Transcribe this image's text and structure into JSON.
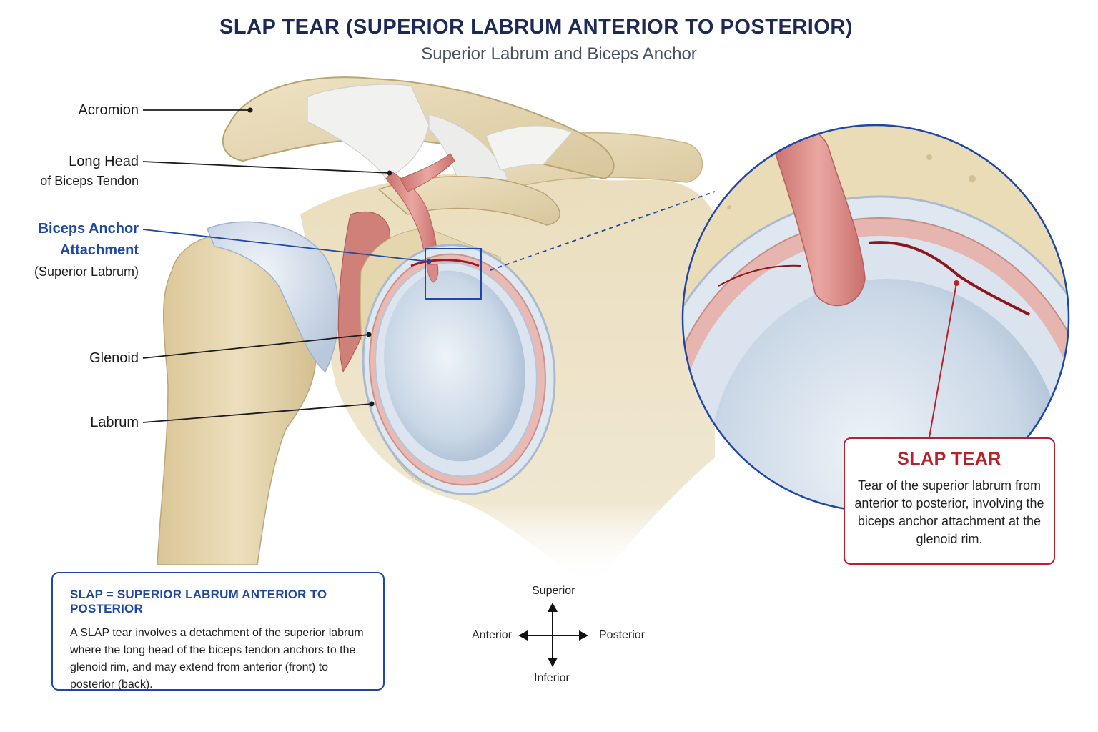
{
  "header": {
    "title": "SLAP TEAR (SUPERIOR LABRUM ANTERIOR TO POSTERIOR)",
    "subtitle": "Superior Labrum and Biceps Anchor"
  },
  "labels": {
    "acromion": "Acromion",
    "long_head_1": "Long Head",
    "long_head_2": "of Biceps Tendon",
    "biceps_anchor_1": "Biceps Anchor",
    "biceps_anchor_2": "Attachment",
    "biceps_anchor_3": "(Superior Labrum)",
    "glenoid": "Glenoid",
    "labrum": "Labrum"
  },
  "info_box": {
    "title": "SLAP = SUPERIOR LABRUM ANTERIOR TO POSTERIOR",
    "body": "A SLAP tear involves a detachment of the superior labrum where the long head of the biceps tendon anchors to the glenoid rim, and may extend from anterior (front) to posterior (back)."
  },
  "tear_box": {
    "title": "SLAP TEAR",
    "body": "Tear of the superior labrum from anterior to posterior, involving the biceps anchor attachment at the glenoid rim."
  },
  "compass": {
    "superior": "Superior",
    "inferior": "Inferior",
    "anterior": "Anterior",
    "posterior": "Posterior"
  },
  "colors": {
    "bone": "#e6d7b2",
    "bone_shadow": "#c9b68a",
    "cartilage": "#d9e2ee",
    "tendon": "#d98a86",
    "ligament": "#eeeeee",
    "accent_blue": "#1f48a6",
    "tear_red": "#b8202a",
    "title_navy": "#1c2a55"
  }
}
